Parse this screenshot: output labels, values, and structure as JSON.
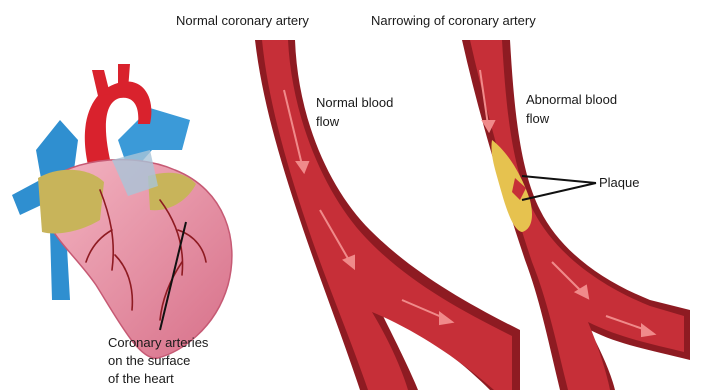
{
  "labels": {
    "normal_artery": "Normal coronary artery",
    "narrowed_artery": "Narrowing of coronary artery",
    "normal_flow_1": "Normal blood",
    "normal_flow_2": "flow",
    "abnormal_flow_1": "Abnormal blood",
    "abnormal_flow_2": "flow",
    "plaque": "Plaque",
    "coronary_1": "Coronary arteries",
    "coronary_2": "on the surface",
    "coronary_3": "of the heart"
  },
  "colors": {
    "artery_wall": "#8e1b22",
    "artery_lumen": "#c62f38",
    "flow_arrow": "#f08a8a",
    "plaque": "#e6c24f",
    "heart": "#e98fa5",
    "aorta": "#d9222d",
    "vein": "#2f8fd0",
    "fat": "#c8b45a"
  }
}
